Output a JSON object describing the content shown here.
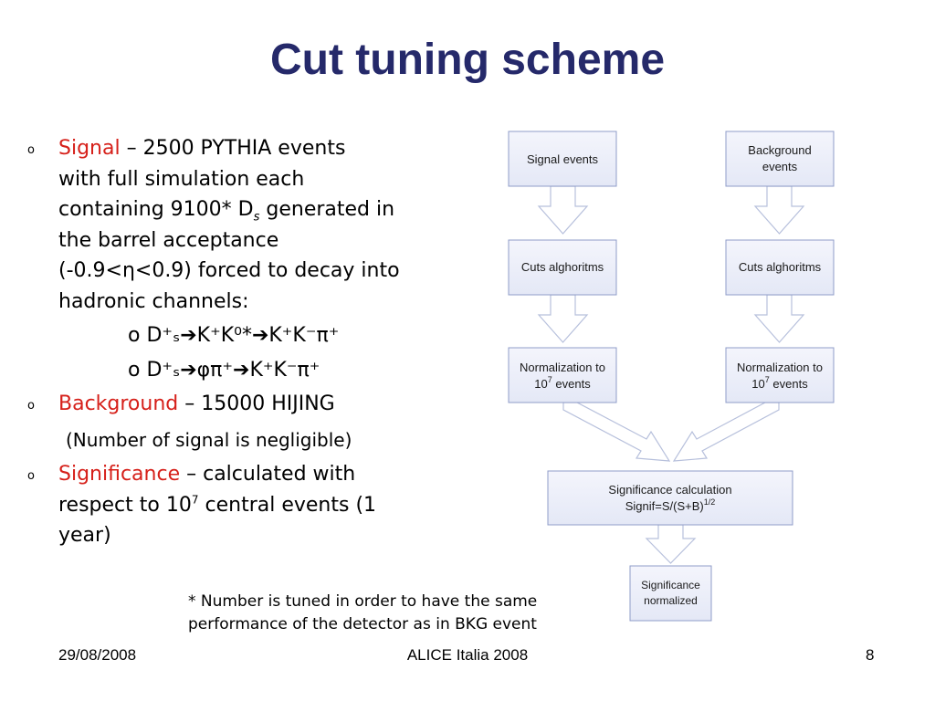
{
  "slide": {
    "title": "Cut tuning scheme",
    "bullet1": {
      "term": "Signal",
      "line1": " –  2500 PYTHIA events",
      "line2": "with full simulation each",
      "line3a": "containing 9100* D",
      "line3sub": "s",
      "line3b": " generated in",
      "line4": "the barrel acceptance",
      "line5": "(-0.9<η<0.9) forced to decay into",
      "line6": "hadronic channels:"
    },
    "decay1": "D⁺ₛ➔K⁺K⁰*➔K⁺K⁻π⁺",
    "decay2": "D⁺ₛ➔φπ⁺➔K⁺K⁻π⁺",
    "bullet2": {
      "term": "Background",
      "text": " – 15000 HIJING"
    },
    "note": "(Number of signal is negligible)",
    "bullet3": {
      "term": "Significance",
      "line1": " – calculated with",
      "line2a": "respect to 10",
      "line2sup": "7",
      "line2b": " central events (1",
      "line3": "year)"
    },
    "footnote_line1": "* Number is tuned in order to have the same",
    "footnote_line2": "performance of the detector as in BKG event",
    "footer": {
      "date": "29/08/2008",
      "center": "ALICE Italia 2008",
      "page": "8"
    }
  },
  "flowchart": {
    "signal_events": "Signal events",
    "background_events_1": "Background",
    "background_events_2": "events",
    "cuts_left": "Cuts alghoritms",
    "cuts_right": "Cuts alghoritms",
    "norm_left_1": "Normalization to",
    "norm_left_2a": "10",
    "norm_left_sup": "7",
    "norm_left_2b": " events",
    "norm_right_1": "Normalization to",
    "norm_right_2a": "10",
    "norm_right_sup": "7",
    "norm_right_2b": " events",
    "signif_1": "Significance calculation",
    "signif_2a": "Signif=S/(S+B)",
    "signif_sup": "1/2",
    "normalized_1": "Significance",
    "normalized_2": "normalized"
  },
  "colors": {
    "title": "#25296a",
    "term": "#d6201a",
    "box_fill": "#eef0fa",
    "box_stroke": "#8f9cc8"
  }
}
